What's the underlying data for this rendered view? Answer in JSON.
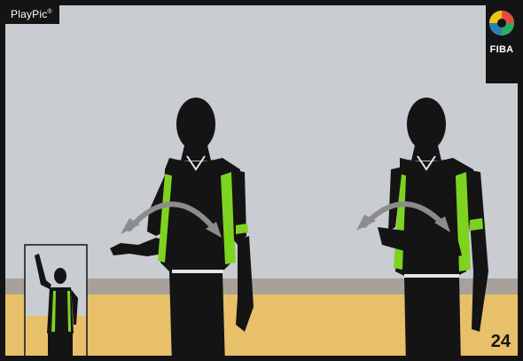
{
  "brand": {
    "name": "PlayPic",
    "mark": "®"
  },
  "badge": {
    "org": "FIBA",
    "sub": ""
  },
  "page_number": "24",
  "icons": {
    "logo": "fiba-ball-logo",
    "arrow": "curved-double-arrow"
  },
  "colors": {
    "wall": "#c9ccd1",
    "wall_band": "#a8a199",
    "floor": "#e8c06a",
    "silhouette": "#141414",
    "accent_green": "#7ed321",
    "arrow": "#8c8c8c",
    "frame": "#141414"
  }
}
